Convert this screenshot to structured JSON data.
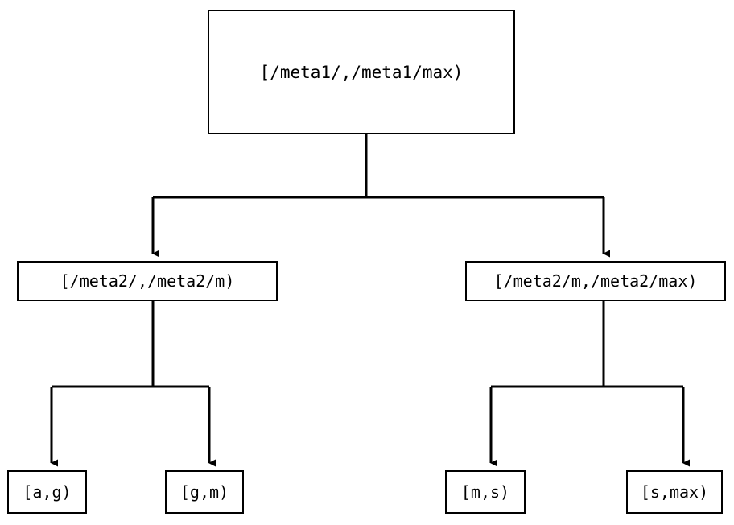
{
  "diagram": {
    "type": "tree",
    "orientation": "top-down",
    "background_color": "#ffffff",
    "line_color": "#000000",
    "text_color": "#000000",
    "levels": 3,
    "nodes": {
      "root": {
        "label": "[/meta1/,/meta1/max)",
        "level": 0
      },
      "level2": [
        {
          "label": "[/meta2/,/meta2/m)",
          "level": 1
        },
        {
          "label": "[/meta2/m,/meta2/max)",
          "level": 1
        }
      ],
      "leaves": [
        {
          "label": "[a,g)",
          "level": 2
        },
        {
          "label": "[g,m)",
          "level": 2
        },
        {
          "label": "[m,s)",
          "level": 2
        },
        {
          "label": "[s,max)",
          "level": 2
        }
      ]
    },
    "edges": [
      {
        "from": "[/meta1/,/meta1/max)",
        "to": "[/meta2/,/meta2/m)",
        "arrow": "down-triangle"
      },
      {
        "from": "[/meta1/,/meta1/max)",
        "to": "[/meta2/m,/meta2/max)",
        "arrow": "down-triangle"
      },
      {
        "from": "[/meta2/,/meta2/m)",
        "to": "[a,g)",
        "arrow": "down-triangle"
      },
      {
        "from": "[/meta2/,/meta2/m)",
        "to": "[g,m)",
        "arrow": "down-triangle"
      },
      {
        "from": "[/meta2/m,/meta2/max)",
        "to": "[m,s)",
        "arrow": "down-triangle"
      },
      {
        "from": "[/meta2/m,/meta2/max)",
        "to": "[s,max)",
        "arrow": "down-triangle"
      }
    ]
  }
}
